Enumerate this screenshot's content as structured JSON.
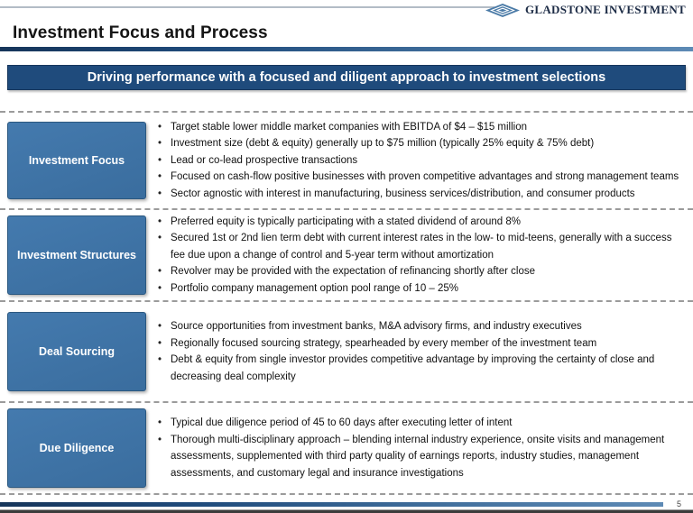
{
  "logo": {
    "text": "GLADSTONE INVESTMENT"
  },
  "header": {
    "title": "Investment Focus and Process"
  },
  "banner": {
    "text": "Driving performance with a focused and diligent approach to investment selections"
  },
  "colors": {
    "banner_navy": "#1f4b7c",
    "box_blue": "#3e74a6",
    "box_border": "#2b5880",
    "rule_gradient_left": "#16355a",
    "rule_gradient_right": "#5d8ab5",
    "dashed_line": "#9b9b9b"
  },
  "sections": [
    {
      "label": "Investment Focus",
      "bullets": [
        "Target stable lower middle market companies with EBITDA of $4 – $15 million",
        "Investment size (debt & equity) generally up to $75 million (typically 25% equity & 75% debt)",
        "Lead or co-lead prospective transactions",
        "Focused on cash-flow positive businesses with proven competitive advantages and strong management teams",
        "Sector agnostic with interest in manufacturing, business services/distribution, and consumer products"
      ]
    },
    {
      "label": "Investment Structures",
      "bullets": [
        "Preferred equity is typically participating with a stated dividend of around 8%",
        "Secured 1st or 2nd lien term debt with current interest rates in the low- to mid-teens, generally with a success fee due upon a change of control and 5-year term without amortization",
        "Revolver may be provided with the expectation of refinancing shortly after close",
        "Portfolio company management option pool range of 10 – 25%"
      ]
    },
    {
      "label": "Deal Sourcing",
      "bullets": [
        "Source opportunities from investment banks, M&A advisory firms, and industry executives",
        "Regionally focused sourcing strategy, spearheaded by every member of the investment team",
        "Debt & equity from single investor provides competitive advantage by improving the certainty of close and decreasing deal complexity"
      ]
    },
    {
      "label": "Due Diligence",
      "bullets": [
        "Typical due diligence period of 45 to 60 days after executing letter of intent",
        "Thorough multi-disciplinary approach – blending internal industry experience, onsite visits and management assessments, supplemented with third party quality of earnings reports, industry studies, management assessments, and customary legal and insurance investigations"
      ]
    }
  ],
  "footer": {
    "page_number": "5"
  }
}
